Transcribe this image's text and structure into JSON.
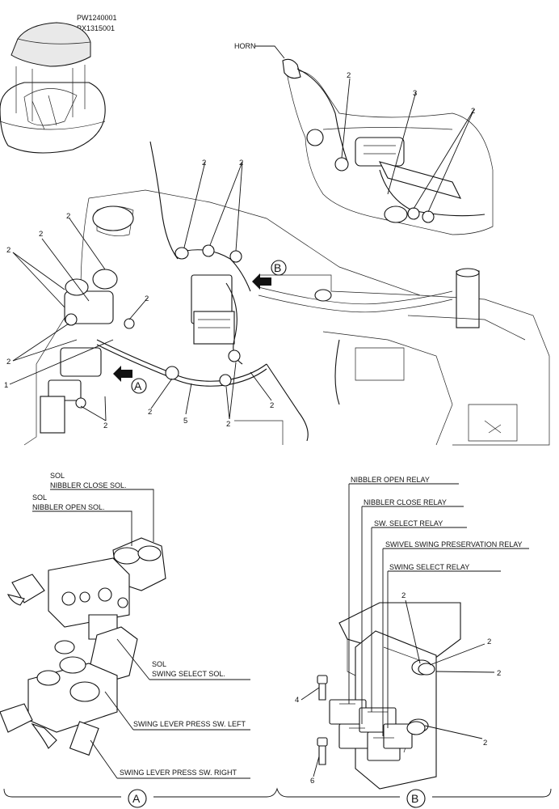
{
  "header": {
    "model_code_1": "PW1240001",
    "model_code_2": "PX1315001"
  },
  "main_view": {
    "labels": {
      "horn": "HORN"
    },
    "callouts": {
      "item_2": "2",
      "item_1": "1",
      "item_3": "3",
      "item_5": "5"
    },
    "view_arrows": {
      "a": "A",
      "b": "B"
    }
  },
  "detail_a": {
    "labels": {
      "sol_1": "SOL",
      "nibbler_close_sol": "NIBBLER CLOSE SOL.",
      "sol_2": "SOL",
      "nibbler_open_sol": "NIBBLER OPEN SOL.",
      "sol_3": "SOL",
      "swing_select_sol": "SWING SELECT SOL.",
      "swing_lever_left": "SWING LEVER PRESS SW. LEFT",
      "swing_lever_right": "SWING LEVER PRESS SW. RIGHT"
    },
    "view_letter": "A"
  },
  "detail_b": {
    "labels": {
      "nibbler_open_relay": "NIBBLER OPEN RELAY",
      "nibbler_close_relay": "NIBBLER CLOSE RELAY",
      "sw_select_relay": "SW. SELECT RELAY",
      "swivel_swing_relay": "SWIVEL SWING PRESERVATION RELAY",
      "swing_select_relay": "SWING SELECT RELAY"
    },
    "callouts": {
      "item_2": "2",
      "item_4": "4",
      "item_6": "6"
    },
    "view_letter": "B"
  }
}
